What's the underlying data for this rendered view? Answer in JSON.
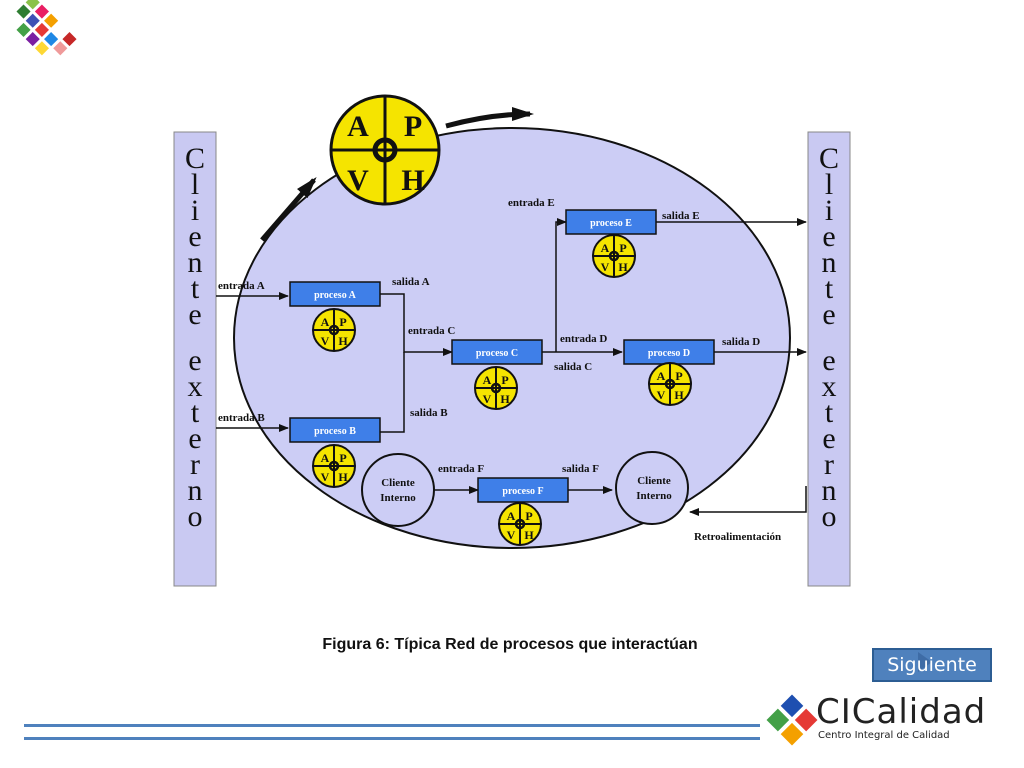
{
  "diagram": {
    "left_client": "Cliente externo",
    "right_client": "Cliente externo",
    "phva": {
      "a": "A",
      "p": "P",
      "v": "V",
      "h": "H"
    },
    "processes": {
      "a": "proceso A",
      "b": "proceso B",
      "c": "proceso C",
      "d": "proceso D",
      "e": "proceso E",
      "f": "proceso F"
    },
    "labels": {
      "entrada_a": "entrada A",
      "salida_a": "salida A",
      "entrada_b": "entrada B",
      "salida_b": "salida B",
      "entrada_c": "entrada C",
      "salida_c": "salida C",
      "entrada_d": "entrada D",
      "salida_d": "salida D",
      "entrada_e": "entrada E",
      "salida_e": "salida E",
      "entrada_f": "entrada F",
      "salida_f": "salida F",
      "cliente_interno": [
        "Cliente",
        "Interno"
      ],
      "retroalimentacion": "Retroalimentación"
    },
    "colors": {
      "ellipse": "#cccdf5",
      "process_box": "#3f7fe8",
      "phva_circle": "#f5e400",
      "client_bar": "#c9c9f2"
    }
  },
  "caption": "Figura 6: Típica Red de procesos que interactúan",
  "nav": {
    "next_label": "Siguiente"
  },
  "brand": {
    "name": "CICalidad",
    "subtitle": "Centro Integral de Calidad"
  }
}
